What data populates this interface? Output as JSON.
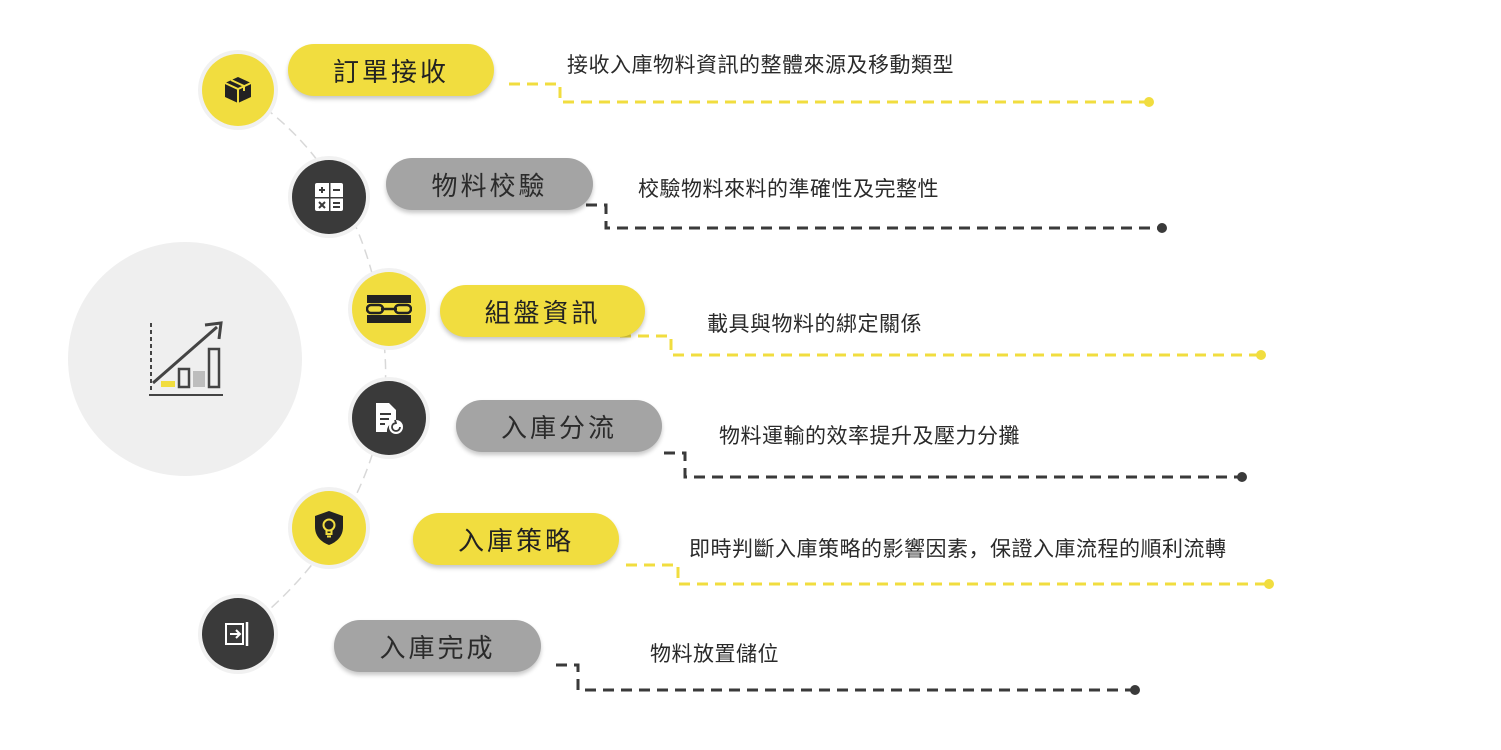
{
  "steps": [
    {
      "label": "訂單接收",
      "description": "接收入庫物料資訊的整體來源及移動類型",
      "icon": "package-icon",
      "pill_color": "yellow",
      "node_color": "yellow"
    },
    {
      "label": "物料校驗",
      "description": "校驗物料來料的準確性及完整性",
      "icon": "calculator-icon",
      "pill_color": "gray",
      "node_color": "dark"
    },
    {
      "label": "組盤資訊",
      "description": "載具與物料的綁定關係",
      "icon": "chain-link-icon",
      "pill_color": "yellow",
      "node_color": "yellow"
    },
    {
      "label": "入庫分流",
      "description": "物料運輸的效率提升及壓力分攤",
      "icon": "document-return-icon",
      "pill_color": "gray",
      "node_color": "dark"
    },
    {
      "label": "入庫策略",
      "description": "即時判斷入庫策略的影響因素，保證入庫流程的順利流轉",
      "icon": "shield-lightbulb-icon",
      "pill_color": "yellow",
      "node_color": "yellow"
    },
    {
      "label": "入庫完成",
      "description": "物料放置儲位",
      "icon": "login-box-icon",
      "pill_color": "gray",
      "node_color": "dark"
    }
  ],
  "hub": {
    "icon": "growth-chart-icon"
  },
  "colors": {
    "accent_yellow": "#f1dd3f",
    "dark": "#3a3a3a",
    "gray_pill": "#a4a4a4",
    "hub_bg": "#efefef",
    "connector_arc": "#d8d8d8"
  }
}
